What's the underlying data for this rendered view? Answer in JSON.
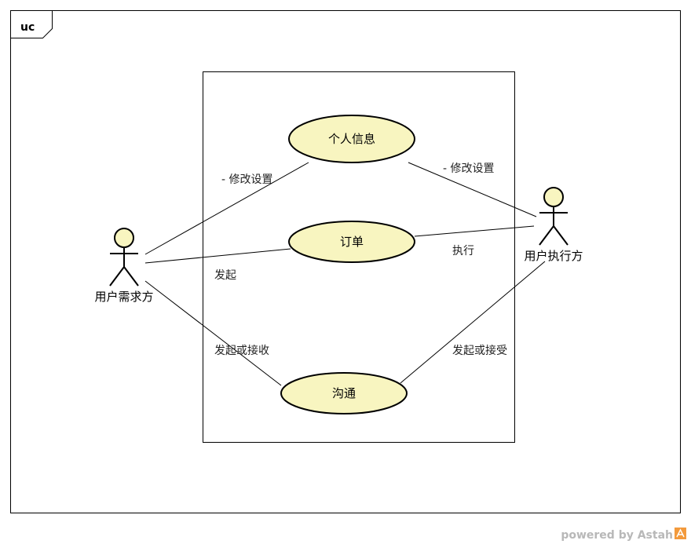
{
  "frame": {
    "tag": "uc"
  },
  "colors": {
    "usecase_fill": "#f8f5c0",
    "stroke": "#000000",
    "actor_head_fill": "#f8f5c0",
    "brand_accent": "#f39a3c"
  },
  "actors": {
    "demander": "用户需求方",
    "executor": "用户执行方"
  },
  "use_cases": {
    "personal_info": "个人信息",
    "order": "订单",
    "communication": "沟通"
  },
  "associations": {
    "demander_personal_info": "- 修改设置",
    "executor_personal_info": "- 修改设置",
    "demander_order": "发起",
    "executor_order": "执行",
    "demander_communication": "发起或接收",
    "executor_communication": "发起或接受"
  },
  "footer": {
    "brand": "powered by Astah"
  }
}
